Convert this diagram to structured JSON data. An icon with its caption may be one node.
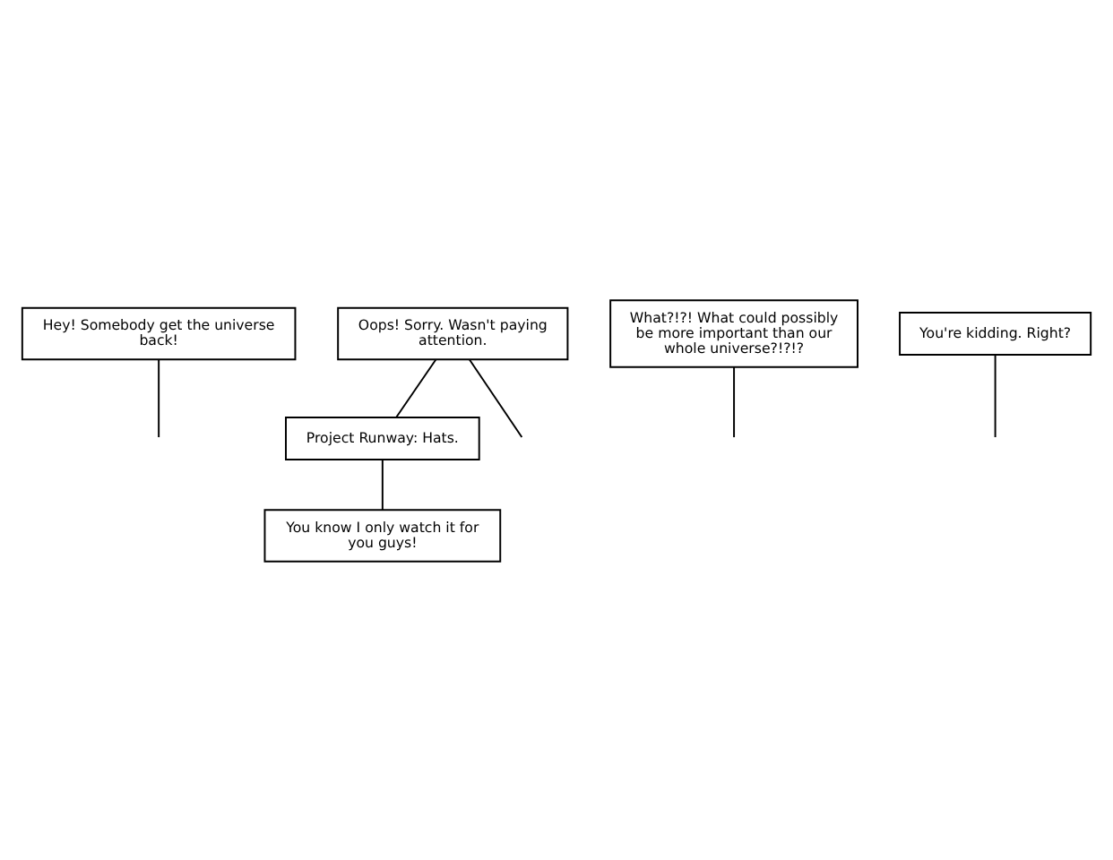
{
  "diagram": {
    "nodes": [
      {
        "text": [
          "Hey! Somebody get the universe back!"
        ]
      },
      {
        "text": [
          "Oops! Sorry. Wasn't paying attention."
        ]
      },
      {
        "text": [
          "What?!?! What could possibly be more important than our whole universe?!?!?"
        ]
      },
      {
        "text": [
          "Project Runway: Hats."
        ]
      },
      {
        "text": [
          "You're kidding. Right?"
        ]
      },
      {
        "text": [
          "You know I only watch it for you guys!"
        ]
      }
    ],
    "edges": [
      {
        "from": 0,
        "to": null,
        "arrow": "none"
      },
      {
        "from": 1,
        "to": null,
        "arrow": "none"
      },
      {
        "from": 1,
        "to": 3,
        "arrow": "none"
      },
      {
        "from": 2,
        "to": null,
        "arrow": "none"
      },
      {
        "from": 3,
        "to": 5,
        "arrow": "none"
      },
      {
        "from": 4,
        "to": null,
        "arrow": "none"
      }
    ]
  }
}
